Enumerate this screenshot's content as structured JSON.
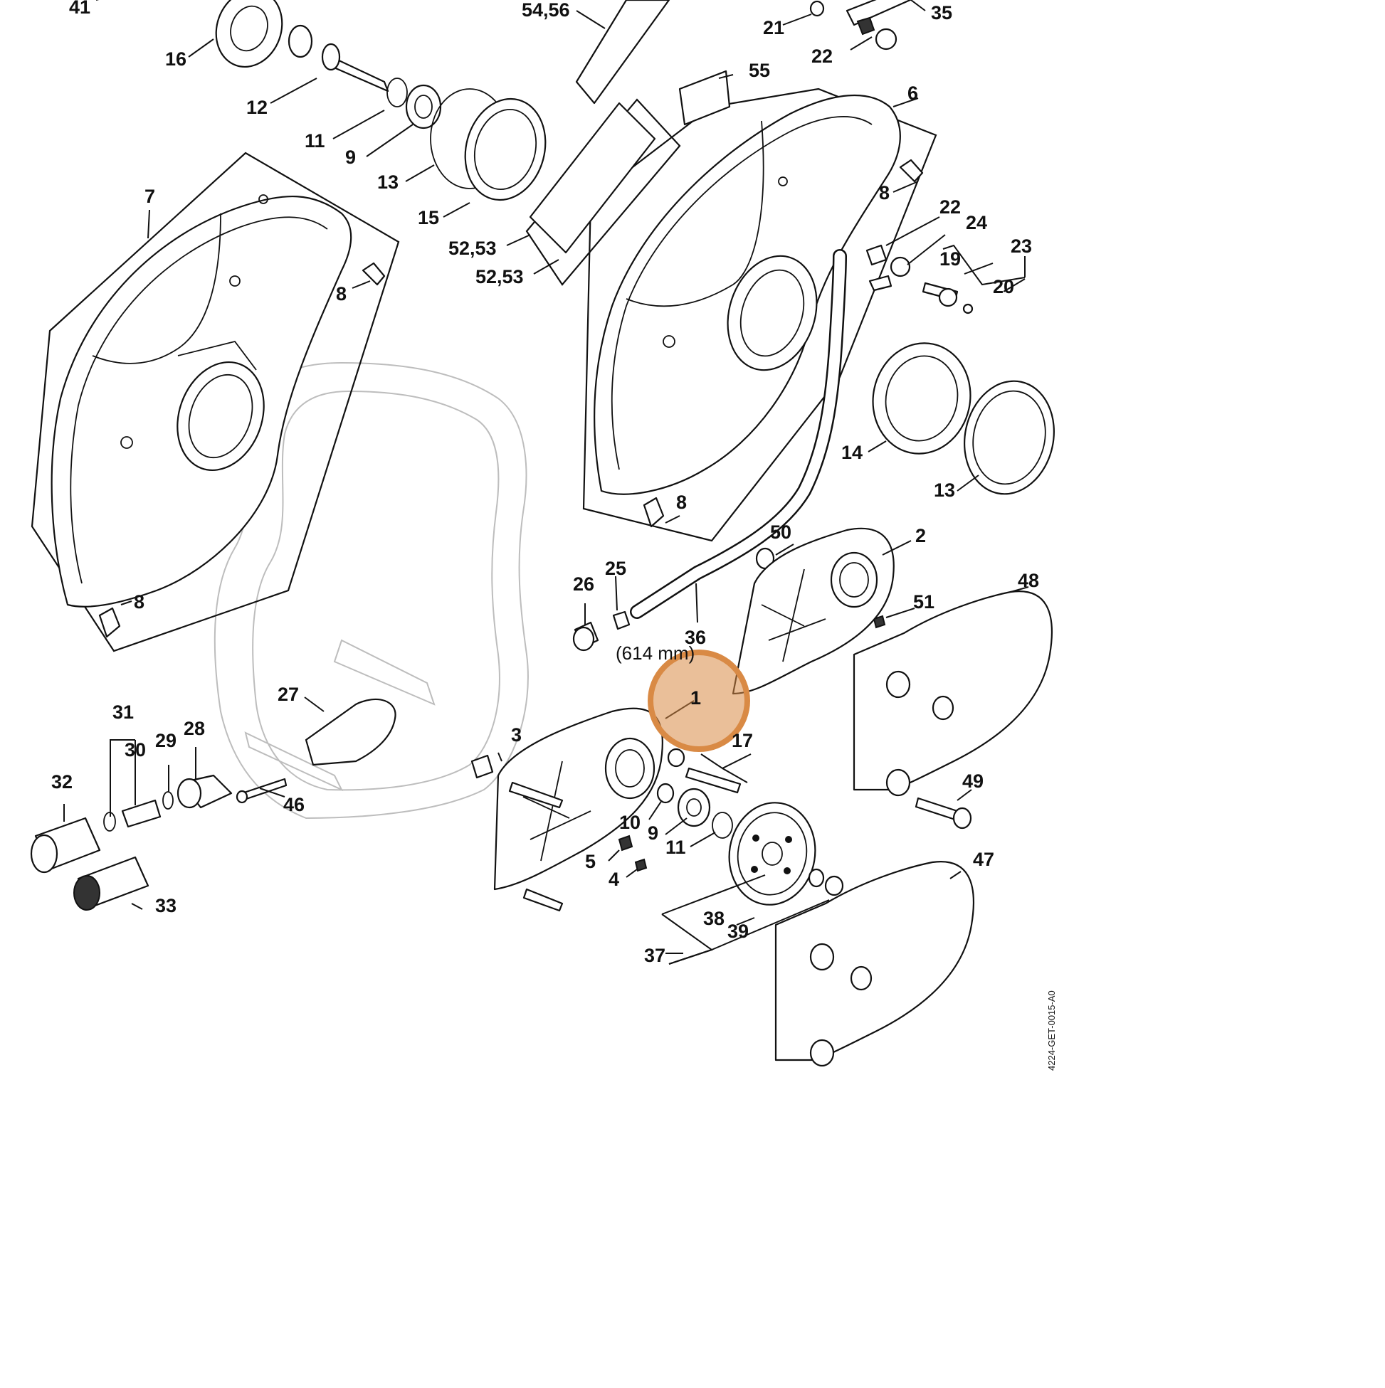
{
  "diagram": {
    "dimension_note": "(614 mm)",
    "drawing_code": "4224-GET-0015-A0",
    "highlight_color": "#d98a45",
    "highlighted_callout": "1",
    "callouts": [
      {
        "label": "41"
      },
      {
        "label": "54,56"
      },
      {
        "label": "21"
      },
      {
        "label": "35"
      },
      {
        "label": "16"
      },
      {
        "label": "22"
      },
      {
        "label": "55"
      },
      {
        "label": "12"
      },
      {
        "label": "6"
      },
      {
        "label": "11"
      },
      {
        "label": "9"
      },
      {
        "label": "13"
      },
      {
        "label": "7"
      },
      {
        "label": "8"
      },
      {
        "label": "15"
      },
      {
        "label": "22"
      },
      {
        "label": "24"
      },
      {
        "label": "52,53"
      },
      {
        "label": "23"
      },
      {
        "label": "19"
      },
      {
        "label": "52,53"
      },
      {
        "label": "20"
      },
      {
        "label": "8"
      },
      {
        "label": "14"
      },
      {
        "label": "13"
      },
      {
        "label": "8"
      },
      {
        "label": "50"
      },
      {
        "label": "2"
      },
      {
        "label": "26"
      },
      {
        "label": "25"
      },
      {
        "label": "8"
      },
      {
        "label": "48"
      },
      {
        "label": "51"
      },
      {
        "label": "36"
      },
      {
        "label": "27"
      },
      {
        "label": "1"
      },
      {
        "label": "31"
      },
      {
        "label": "28"
      },
      {
        "label": "29"
      },
      {
        "label": "30"
      },
      {
        "label": "3"
      },
      {
        "label": "17"
      },
      {
        "label": "32"
      },
      {
        "label": "49"
      },
      {
        "label": "46"
      },
      {
        "label": "10"
      },
      {
        "label": "9"
      },
      {
        "label": "11"
      },
      {
        "label": "5"
      },
      {
        "label": "4"
      },
      {
        "label": "47"
      },
      {
        "label": "33"
      },
      {
        "label": "38"
      },
      {
        "label": "37"
      },
      {
        "label": "39"
      }
    ]
  }
}
